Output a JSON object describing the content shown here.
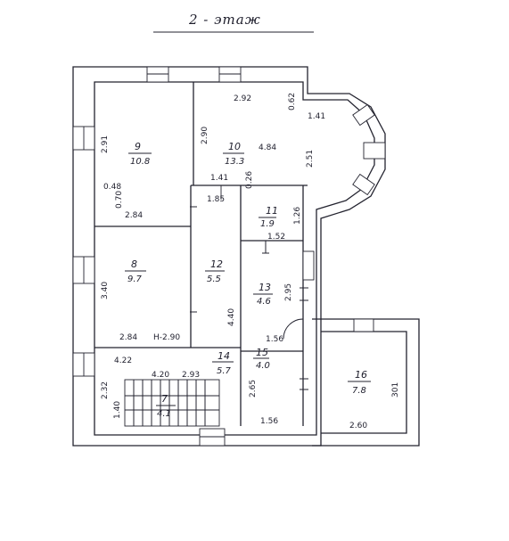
{
  "title": "2 - этаж",
  "rooms": [
    {
      "number": "9",
      "area": "10.8"
    },
    {
      "number": "10",
      "area": "13.3"
    },
    {
      "number": "8",
      "area": "9.7"
    },
    {
      "number": "11",
      "area": "1.9"
    },
    {
      "number": "12",
      "area": "5.5"
    },
    {
      "number": "13",
      "area": "4.6"
    },
    {
      "number": "14",
      "area": "5.7"
    },
    {
      "number": "15",
      "area": "4.0"
    },
    {
      "number": "16",
      "area": "7.8"
    },
    {
      "number": "7",
      "area": "4.1"
    }
  ],
  "dimensions": {
    "d_291": "2.91",
    "d_292": "2.92",
    "d_062": "0.62",
    "d_141a": "1.41",
    "d_290": "2.90",
    "d_484": "4.84",
    "d_251": "2.51",
    "d_141b": "1.41",
    "d_026": "0.26",
    "d_048": "0.48",
    "d_070": "0.70",
    "d_284a": "2.84",
    "d_185": "1.85",
    "d_126": "1.26",
    "d_152": "1.52",
    "d_340": "3.40",
    "d_440": "4.40",
    "d_295": "2.95",
    "d_284b": "2.84",
    "d_h290": "H-2.90",
    "d_156a": "1.56",
    "d_422": "4.22",
    "d_420": "4.20",
    "d_293": "2.93",
    "d_232": "2.32",
    "d_140": "1.40",
    "d_265": "2.65",
    "d_301": "301",
    "d_156b": "1.56",
    "d_260": "2.60"
  }
}
